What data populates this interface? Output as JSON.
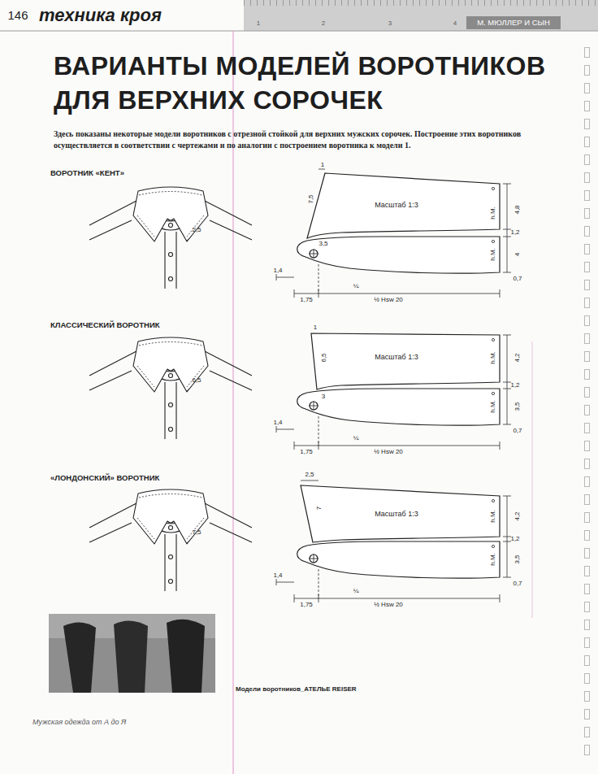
{
  "diagram": {
    "title": "ВАРИАНТЫ МОДЕЛЕЙ ВОРОТНИКОВ ДЛЯ ВЕРХНИХ СОРОЧЕК",
    "caption": "Модели воротников_АТЕЛЬЕ REISER",
    "labels": [
      "146",
      "техника кроя",
      "1",
      "2",
      "3",
      "4",
      "М. МЮЛЛЕР И СЫН",
      "ВОРОТНИК «КЕНТ»",
      "2,5",
      "КЛАССИЧЕСКИЙ ВОРОТНИК",
      "6,5",
      "«ЛОНДОНСКИЙ» ВОРОТНИК",
      "7,5",
      "1",
      "7,5",
      "Масштаб 1:3",
      "h.M.",
      "4,8",
      "1,2",
      "3,5",
      "h.M.",
      "4",
      "0,7",
      "1,4",
      "1,75",
      "¼",
      "½ Hsw 20",
      "1",
      "6,5",
      "Масштаб 1:3",
      "h.M.",
      "4,2",
      "1,2",
      "3",
      "h.M.",
      "3,5",
      "0,7",
      "1,4",
      "1,75",
      "¼",
      "½ Hsw 20",
      "2,5",
      "7",
      "Масштаб 1:3",
      "h.M.",
      "4,2",
      "1,2",
      "h.M.",
      "3,5",
      "0,7",
      "1,4",
      "1,75",
      "¼",
      "½ Hsw 20",
      "Здесь показаны некоторые модели воротников с отрезной стойкой для верхних мужских сорочек. Построение этих воротников осуществляется в соответствии с чертежами и по аналогии с построением воротника к модели 1.",
      "Мужская одежда от А до Я"
    ]
  }
}
